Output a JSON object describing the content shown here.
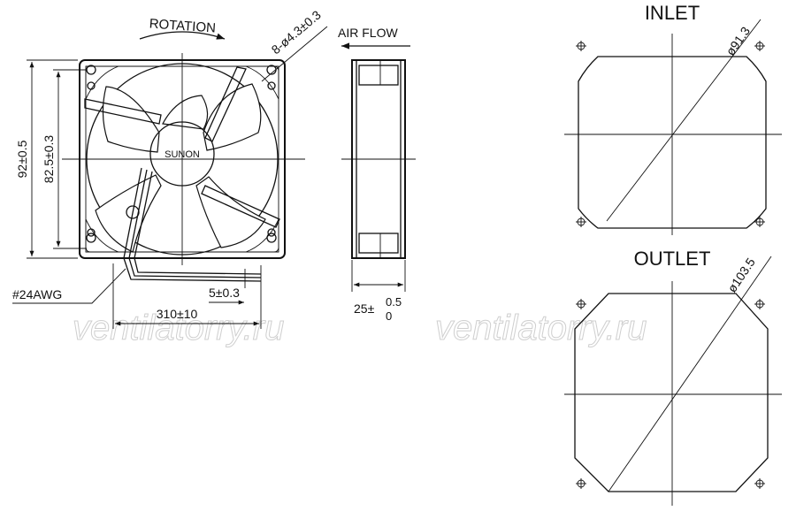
{
  "front_view": {
    "rotation_label": "ROTATION",
    "brand": "SUNON",
    "mount_holes": "8-ø4.3±0.3",
    "height_outer": "92±0.5",
    "height_holes": "82.5±0.3",
    "wire_gauge": "#24AWG",
    "strip_length": "5±0.3",
    "lead_length": "310±10"
  },
  "side_view": {
    "airflow_label": "AIR FLOW",
    "thickness": "25±",
    "tol_upper": "0.5",
    "tol_lower": "0"
  },
  "inlet_view": {
    "title": "INLET",
    "diameter": "ø91.3"
  },
  "outlet_view": {
    "title": "OUTLET",
    "diameter": "ø103.5"
  },
  "watermark": "ventilatorry.ru"
}
